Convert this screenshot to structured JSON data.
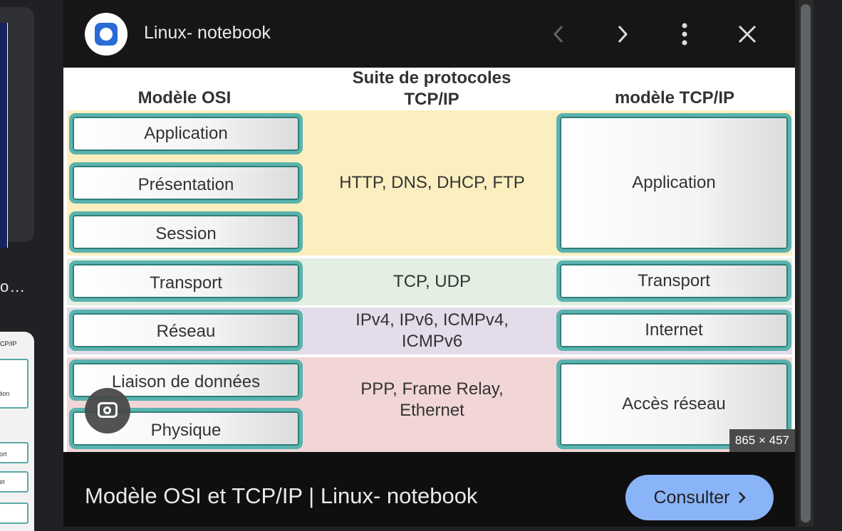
{
  "viewer": {
    "site_name": "Linux- notebook",
    "prev_icon": "chevron-left-icon",
    "next_icon": "chevron-right-icon",
    "more_icon": "more-vert-icon",
    "close_icon": "close-icon",
    "image_dimensions": "865 × 457",
    "caption": "Modèle OSI et TCP/IP | Linux- notebook",
    "consult_label": "Consulter",
    "lens_icon": "google-lens-icon"
  },
  "left_strip": {
    "ellipsis": "o…",
    "thumb_header": "CP/IP",
    "thumb_items": [
      "ation",
      "port",
      "net"
    ]
  },
  "diagram": {
    "col_osi": "Modèle OSI",
    "col_suite": "Suite de protocoles TCP/IP",
    "col_tcpip": "modèle TCP/IP",
    "osi_layers": [
      "Application",
      "Présentation",
      "Session",
      "Transport",
      "Réseau",
      "Liaison de données",
      "Physique"
    ],
    "protocols": {
      "application": "HTTP, DNS, DHCP, FTP",
      "transport": "TCP, UDP",
      "internet": "IPv4, IPv6, ICMPv4, ICMPv6",
      "access": "PPP, Frame Relay, Ethernet"
    },
    "tcpip_layers": [
      "Application",
      "Transport",
      "Internet",
      "Accès réseau"
    ],
    "band_colors": {
      "application": "#fcefbf",
      "transport": "#e2efe2",
      "internet": "#e4dcea",
      "access": "#f2d6d6"
    }
  }
}
